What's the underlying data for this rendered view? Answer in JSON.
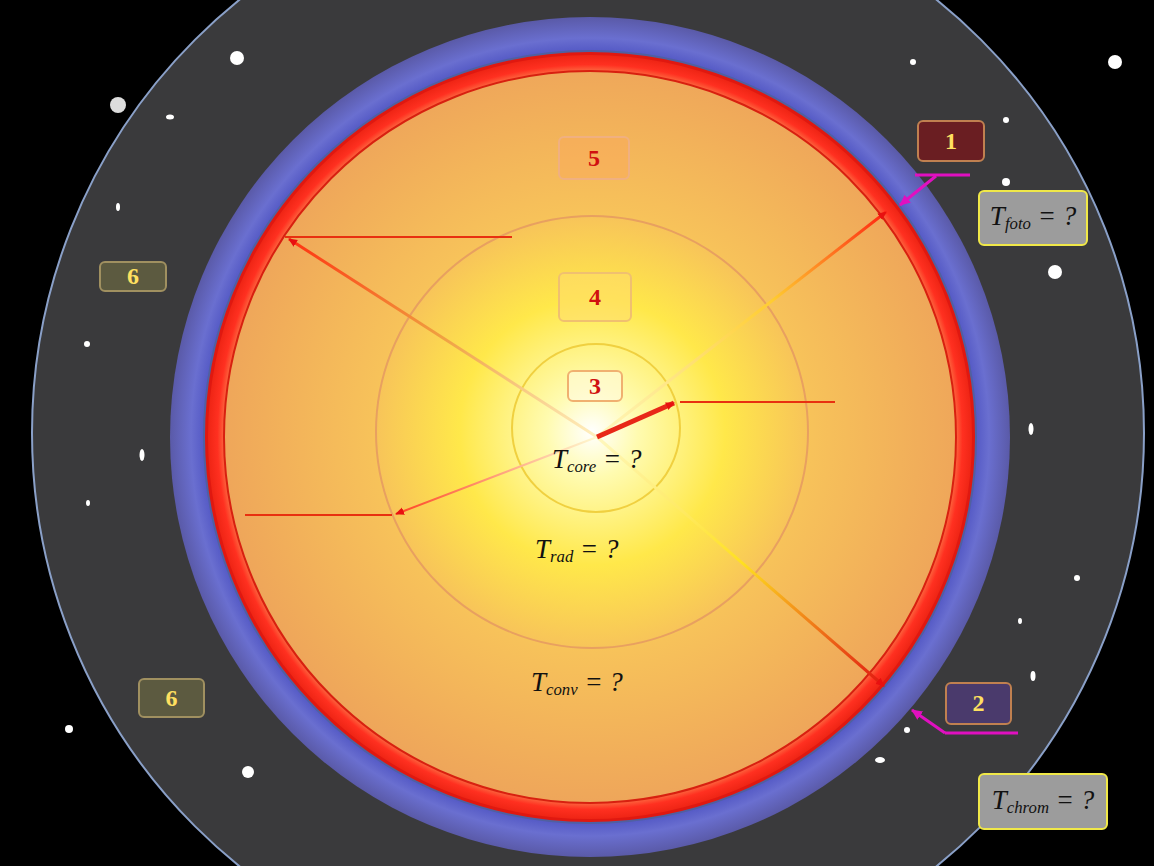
{
  "diagram": {
    "nodes": [
      {
        "text": [
          "1"
        ]
      },
      {
        "text": [
          "Tfoto = ?"
        ]
      },
      {
        "text": [
          "2"
        ]
      },
      {
        "text": [
          "Tchrom = ?"
        ]
      },
      {
        "text": [
          "6"
        ]
      },
      {
        "text": [
          "6"
        ]
      },
      {
        "text": [
          "5"
        ]
      },
      {
        "text": [
          "4"
        ]
      },
      {
        "text": [
          "3"
        ]
      }
    ],
    "labels": [
      "Tcore = ?",
      "Trad = ?",
      "Tconv = ?"
    ]
  }
}
